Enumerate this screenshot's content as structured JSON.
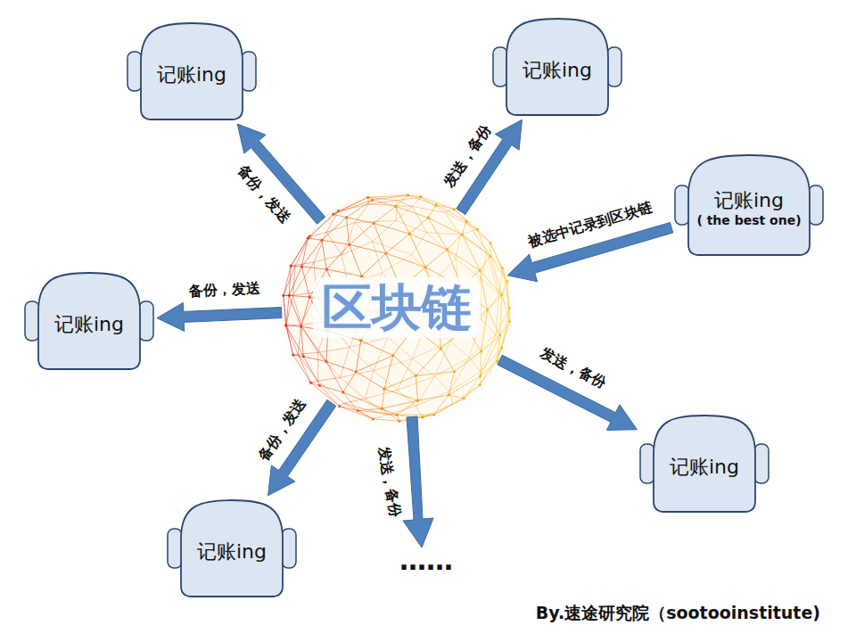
{
  "diagram": {
    "caption": "By.速途研究院（sootooinstitute)",
    "nodes": [
      {
        "text": [
          "记账ing"
        ]
      },
      {
        "text": [
          "记账ing"
        ]
      },
      {
        "text": [
          "记账ing",
          "( the best one)"
        ]
      },
      {
        "text": [
          "区块链"
        ]
      },
      {
        "text": [
          "记账ing"
        ]
      },
      {
        "text": [
          "记账ing"
        ]
      },
      {
        "text": [
          "记账ing"
        ]
      }
    ],
    "edges": [
      {
        "from": 3,
        "to": 0,
        "arrow": "to",
        "label": "备份，发送"
      },
      {
        "from": 3,
        "to": 1,
        "arrow": "to",
        "label": "发送，备份"
      },
      {
        "from": 2,
        "to": 3,
        "arrow": "to",
        "label": "被选中记录到区块链"
      },
      {
        "from": 3,
        "to": 4,
        "arrow": "to",
        "label": "备份，发送"
      },
      {
        "from": 3,
        "to": 5,
        "arrow": "to",
        "label": "发送，备份"
      },
      {
        "from": 3,
        "to": 6,
        "arrow": "to",
        "label": "备份，发送"
      }
    ],
    "labels": [
      "发送，备份",
      "……"
    ]
  }
}
